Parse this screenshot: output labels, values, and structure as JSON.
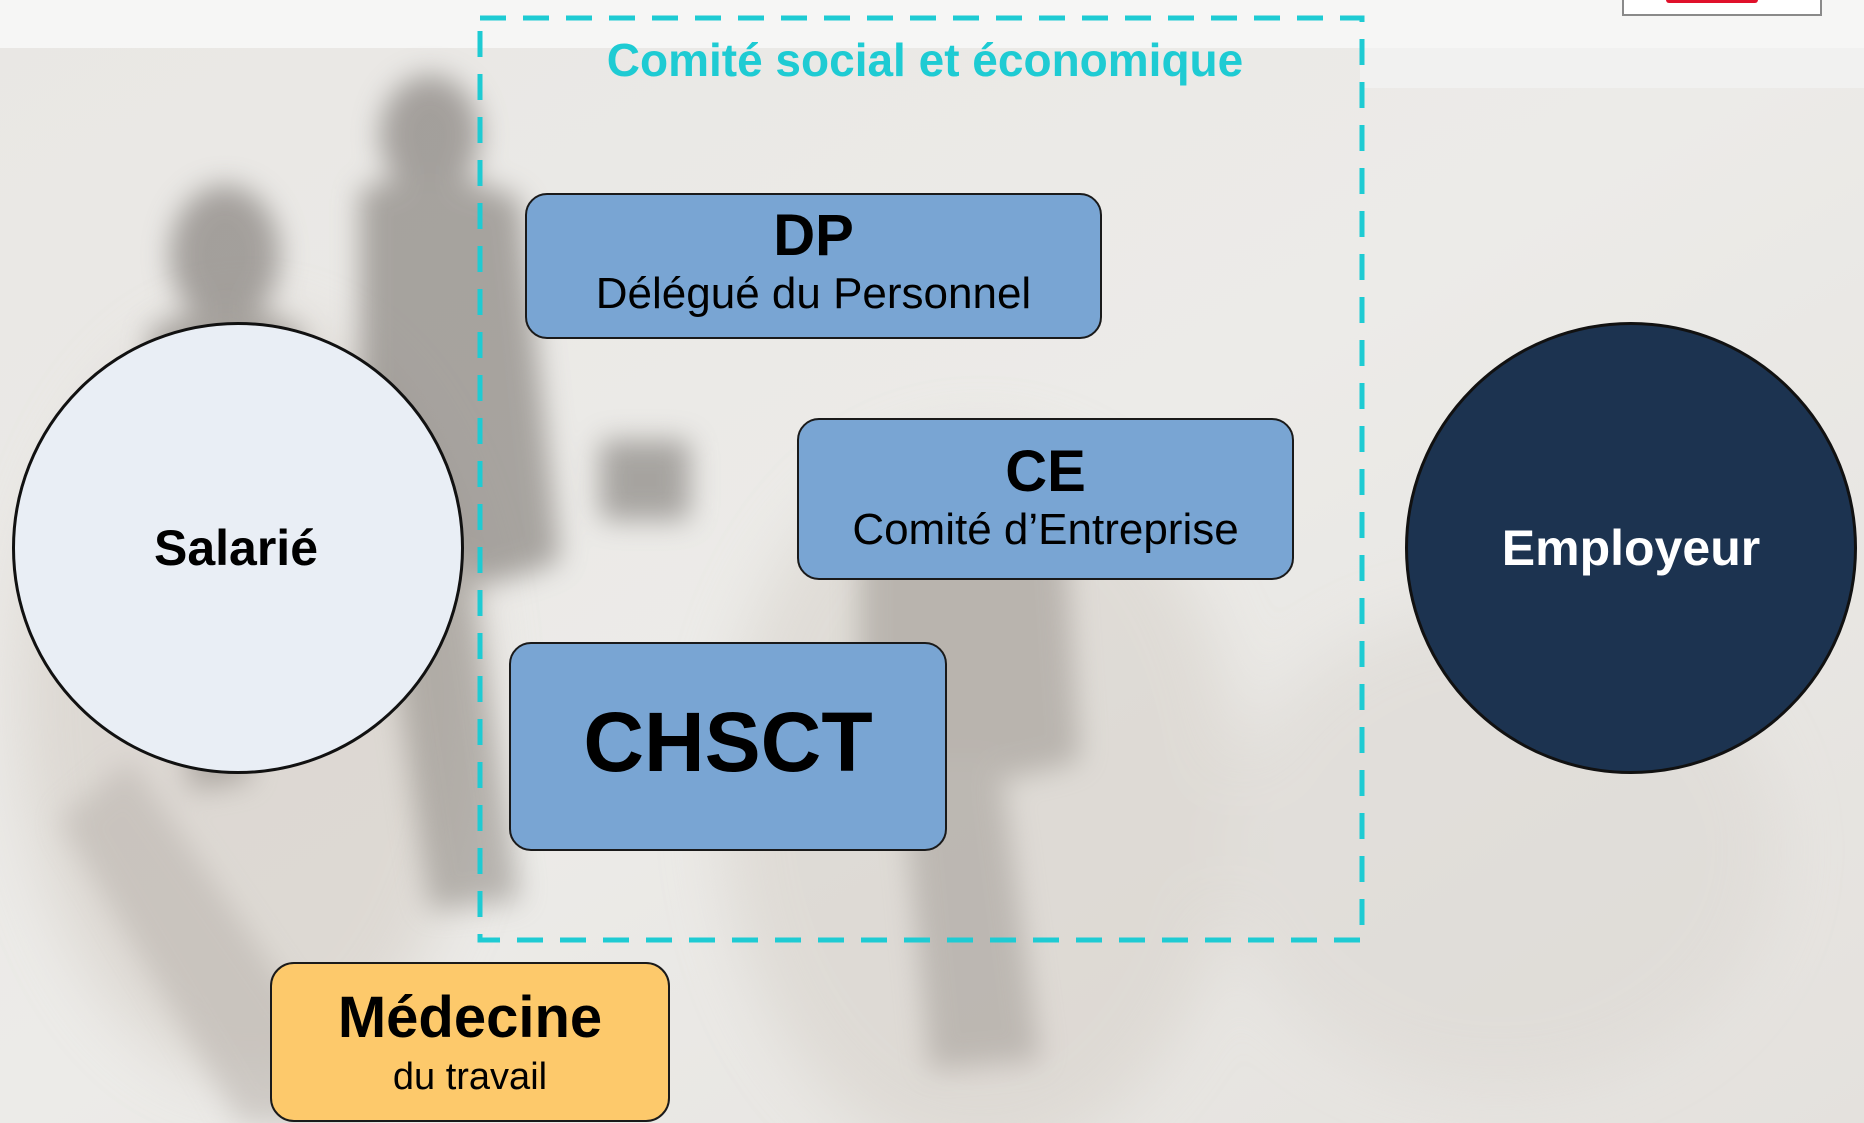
{
  "header_title": "Comité social et économique",
  "salarie_label": "Salarié",
  "employeur_label": "Employeur",
  "dp": {
    "abbr": "DP",
    "full": "Délégué du Personnel"
  },
  "ce": {
    "abbr": "CE",
    "full": "Comité d’Entreprise"
  },
  "chsct": {
    "abbr": "CHSCT"
  },
  "medecine": {
    "abbr": "Médecine",
    "full": "du travail"
  },
  "colors": {
    "cse_accent": "#1ecbd3",
    "box_blue": "#79a5d3",
    "medecine_orange": "#fdc96b",
    "salarie_fill": "#e9eef5",
    "employeur_fill": "#1c3350",
    "logo_red": "#e0102a"
  }
}
